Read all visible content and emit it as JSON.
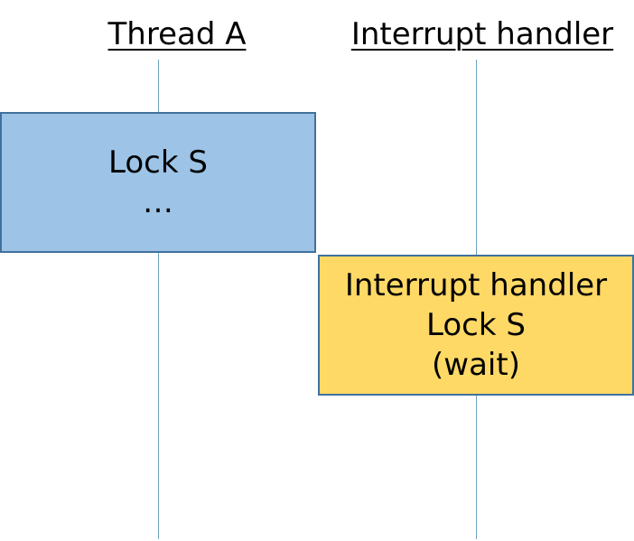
{
  "lanes": [
    {
      "title": "Thread A"
    },
    {
      "title": "Interrupt handler"
    }
  ],
  "boxes": [
    {
      "lines": [
        "Lock S",
        "…"
      ],
      "fill": "#9dc3e6",
      "border": "#41719c"
    },
    {
      "lines": [
        "Interrupt handler",
        "Lock S",
        "(wait)"
      ],
      "fill": "#ffd966",
      "border": "#41719c"
    }
  ],
  "colors": {
    "lifeline": "#6aa4bf"
  }
}
